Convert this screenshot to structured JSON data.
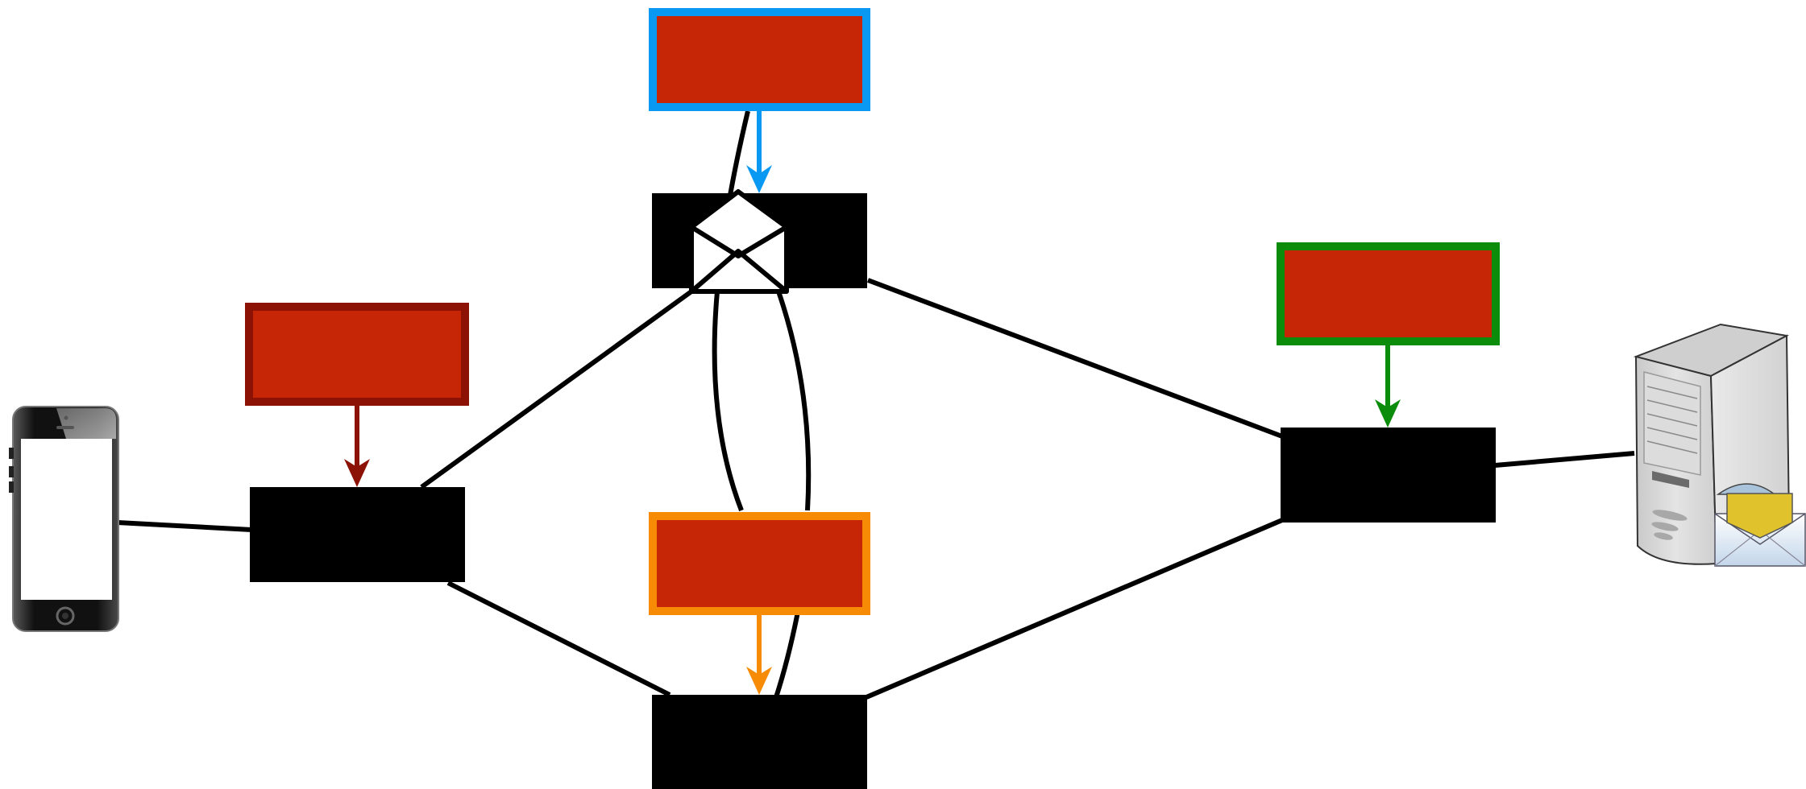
{
  "diagram": {
    "description_free": true,
    "colors": {
      "background": "#ffffff",
      "node_fill": "#000000",
      "label_box_fill": "#c62506",
      "blue_accent": "#0a99f2",
      "dark_red_accent": "#8b1205",
      "green_accent": "#0b8c0b",
      "orange_accent": "#f78b05",
      "link": "#000000",
      "envelope": "#ffffff",
      "mail_flap": "#e0c22d"
    },
    "icons": {
      "phone": "smartphone-icon",
      "server": "server-icon",
      "envelope": "envelope-icon",
      "server_mail": "mail-envelope-icon"
    },
    "nodes": [
      {
        "id": "node-left",
        "label": ""
      },
      {
        "id": "node-top",
        "label": ""
      },
      {
        "id": "node-bottom",
        "label": ""
      },
      {
        "id": "node-right",
        "label": ""
      }
    ],
    "label_boxes": [
      {
        "id": "label-box-top",
        "accent": "blue",
        "text": ""
      },
      {
        "id": "label-box-left",
        "accent": "dark-red",
        "text": ""
      },
      {
        "id": "label-box-right",
        "accent": "green",
        "text": ""
      },
      {
        "id": "label-box-middle",
        "accent": "orange",
        "text": ""
      }
    ]
  }
}
